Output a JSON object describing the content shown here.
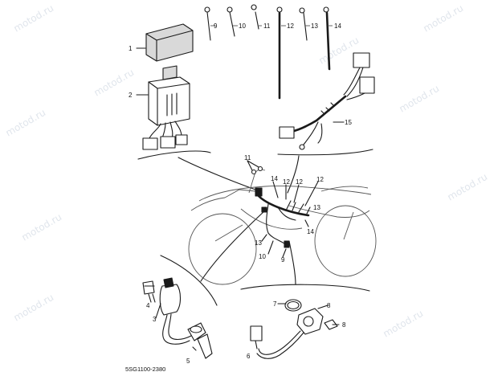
{
  "watermark": "motod.ru",
  "diagram_code": "5SG1100-2380",
  "callouts": {
    "c1": "1",
    "c2": "2",
    "c3": "3",
    "c4": "4",
    "c5": "5",
    "c6": "6",
    "c7": "7",
    "c8": "8",
    "c8b": "8",
    "c9": "9",
    "c10": "10",
    "c11": "11",
    "c12": "12",
    "c13": "13",
    "c14": "14",
    "c15": "15",
    "b11": "11",
    "b14": "14",
    "b12a": "12",
    "b12b": "12",
    "b13": "13",
    "b14b": "14",
    "b13b": "13",
    "b10": "10",
    "b9": "9"
  }
}
